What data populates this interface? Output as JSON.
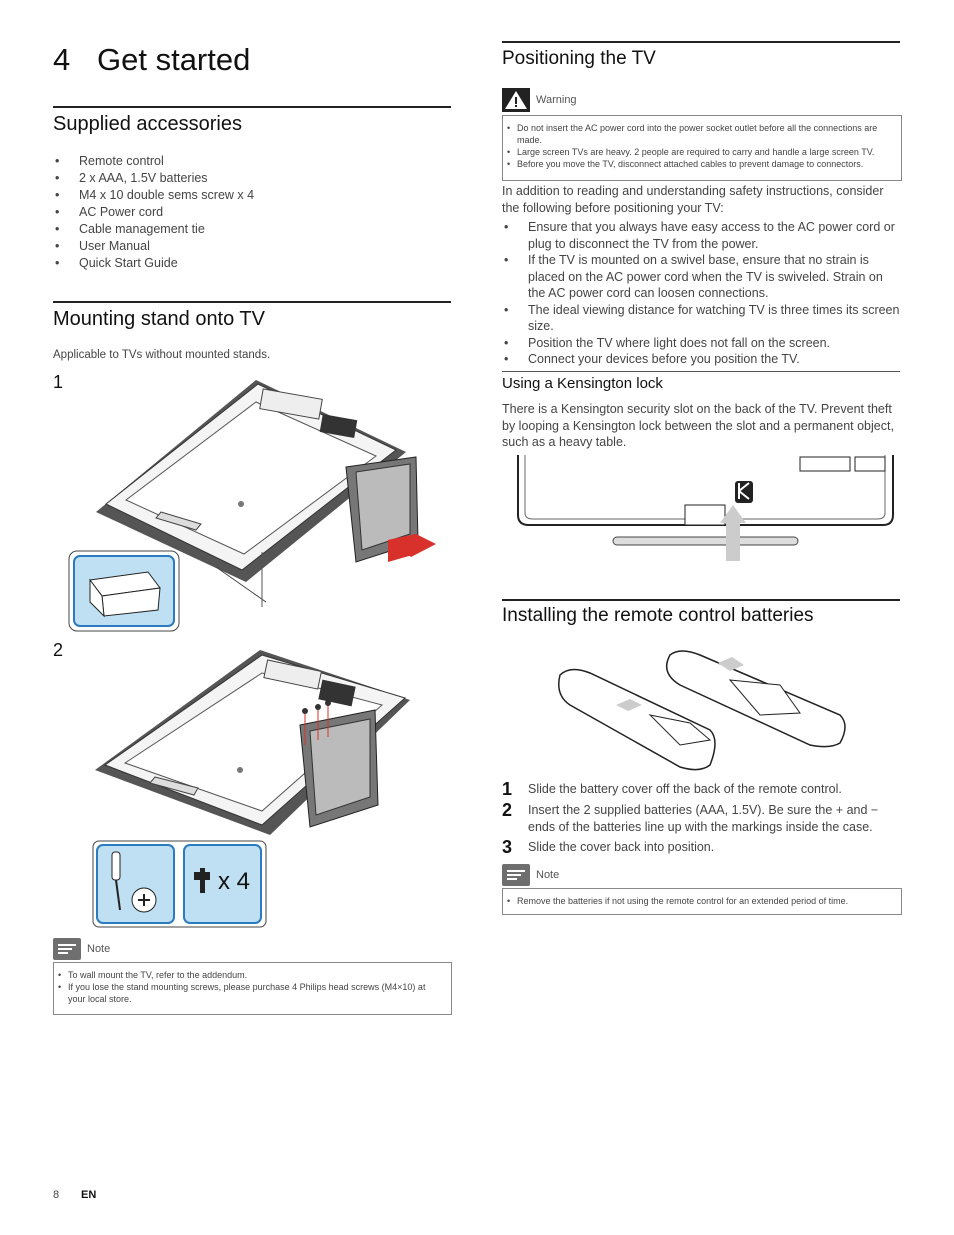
{
  "chapter": {
    "number": "4",
    "title": "Get started"
  },
  "supplied": {
    "heading": "Supplied accessories",
    "items": [
      "Remote control",
      "2 x AAA, 1.5V batteries",
      "M4 x 10 double sems screw x 4",
      "AC Power cord",
      "Cable management tie",
      "User Manual",
      "Quick Start Guide"
    ]
  },
  "mounting": {
    "heading": "Mounting stand onto TV",
    "intro": "Applicable to TVs without mounted stands.",
    "step1": "1",
    "step2": "2",
    "screw_count": "x 4",
    "note_label": "Note",
    "notes": [
      "To wall mount the TV, refer to the addendum.",
      "If you lose the stand mounting screws, please purchase 4 Philips head screws (M4×10) at your local store."
    ]
  },
  "positioning": {
    "heading": "Positioning the TV",
    "warning_label": "Warning",
    "warnings": [
      "Do not insert the AC power cord into the power socket outlet before all the connections are made.",
      "Large screen TVs are heavy. 2 people are required to carry and handle a large screen TV.",
      "Before you move the TV, disconnect attached cables to prevent damage to connectors."
    ],
    "intro": "In addition to reading and understanding safety instructions, consider the following before positioning your TV:",
    "items": [
      "Ensure that you always have easy access to the AC power cord or plug to disconnect the TV from the power.",
      "If the TV is mounted on a swivel base, ensure that no strain is placed on the AC power cord when the TV is swiveled. Strain on the AC power cord can loosen connections.",
      "The ideal viewing distance for watching TV is three times its screen size.",
      "Position the TV where light does not fall on the screen.",
      "Connect your devices before you position the TV."
    ]
  },
  "kensington": {
    "heading": "Using a Kensington lock",
    "text": "There is a Kensington security slot on the back of the TV. Prevent theft by looping a Kensington lock between the slot and a permanent object, such as a heavy table."
  },
  "batteries": {
    "heading": "Installing the remote control batteries",
    "steps": [
      {
        "n": "1",
        "text": "Slide the battery cover off the back of the remote control."
      },
      {
        "n": "2",
        "text": "Insert the 2 supplied batteries (AAA, 1.5V). Be sure the + and − ends of the batteries line up with the markings inside the case."
      },
      {
        "n": "3",
        "text": "Slide the cover back into position."
      }
    ],
    "note_label": "Note",
    "notes": [
      "Remove the batteries if not using the remote control for an extended period of time."
    ]
  },
  "footer": {
    "page": "8",
    "lang": "EN"
  },
  "colors": {
    "accent_red": "#d8302a",
    "light_blue": "#bfe0f2",
    "blue_border": "#2b7bbf"
  }
}
